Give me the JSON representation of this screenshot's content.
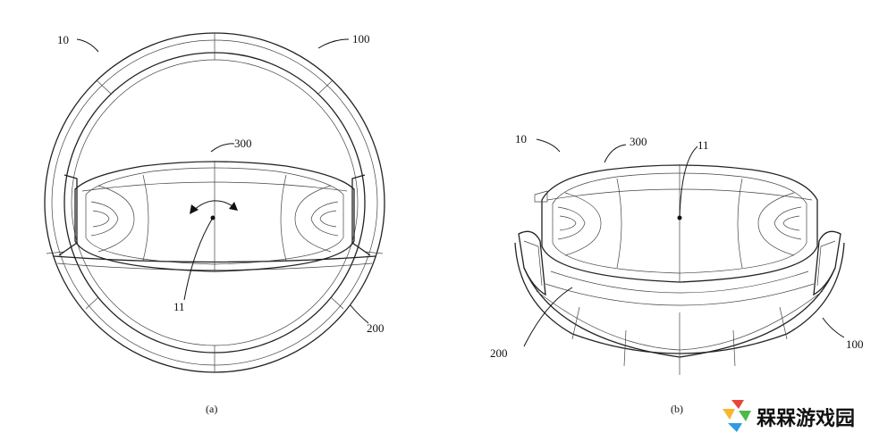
{
  "figure_a": {
    "caption": "(a)",
    "labels": {
      "wheel": "10",
      "rim": "100",
      "hub": "300",
      "axis": "11",
      "lower": "200"
    }
  },
  "figure_b": {
    "caption": "(b)",
    "labels": {
      "wheel": "10",
      "hub": "300",
      "axis": "11",
      "lower": "200",
      "rim": "100"
    }
  },
  "watermark": {
    "text": "槑槑游戏园",
    "colors": [
      "#e8463a",
      "#f5b82e",
      "#4fb848",
      "#2f9be0"
    ]
  }
}
